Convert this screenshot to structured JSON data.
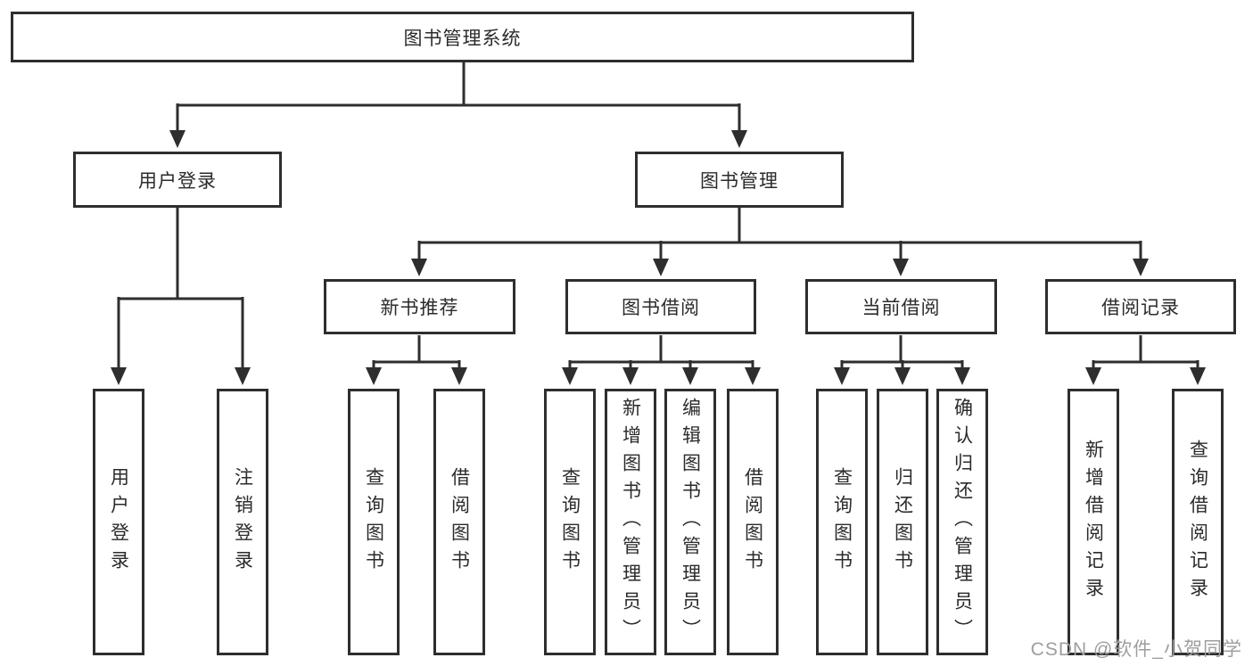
{
  "diagram": {
    "root": {
      "label": "图书管理系统"
    },
    "level2": {
      "user_login": {
        "label": "用户登录"
      },
      "book_mgmt": {
        "label": "图书管理"
      }
    },
    "level3": {
      "new_book": {
        "label": "新书推荐"
      },
      "book_borrow": {
        "label": "图书借阅"
      },
      "current_borrow": {
        "label": "当前借阅"
      },
      "borrow_record": {
        "label": "借阅记录"
      }
    },
    "leaves": {
      "user_login_login": {
        "label": "用户登录"
      },
      "user_login_logout": {
        "label": "注销登录"
      },
      "new_book_query": {
        "label": "查询图书"
      },
      "new_book_borrow": {
        "label": "借阅图书"
      },
      "book_borrow_query": {
        "label": "查询图书"
      },
      "book_borrow_add": {
        "label": "新增图书（管理员）"
      },
      "book_borrow_edit": {
        "label": "编辑图书（管理员）"
      },
      "book_borrow_borrow": {
        "label": "借阅图书"
      },
      "current_borrow_query": {
        "label": "查询图书"
      },
      "current_borrow_return": {
        "label": "归还图书"
      },
      "current_borrow_confirm": {
        "label": "确认归还（管理员）"
      },
      "borrow_record_add": {
        "label": "新增借阅记录"
      },
      "borrow_record_query": {
        "label": "查询借阅记录"
      }
    }
  },
  "watermark": {
    "text": "CSDN @软件_小贺同学",
    "color": "#9e9e9e"
  },
  "colors": {
    "line": "#2e2e2e",
    "box_border": "#2e2e2e",
    "box_fill": "#ffffff",
    "text": "#2b2b2b"
  }
}
